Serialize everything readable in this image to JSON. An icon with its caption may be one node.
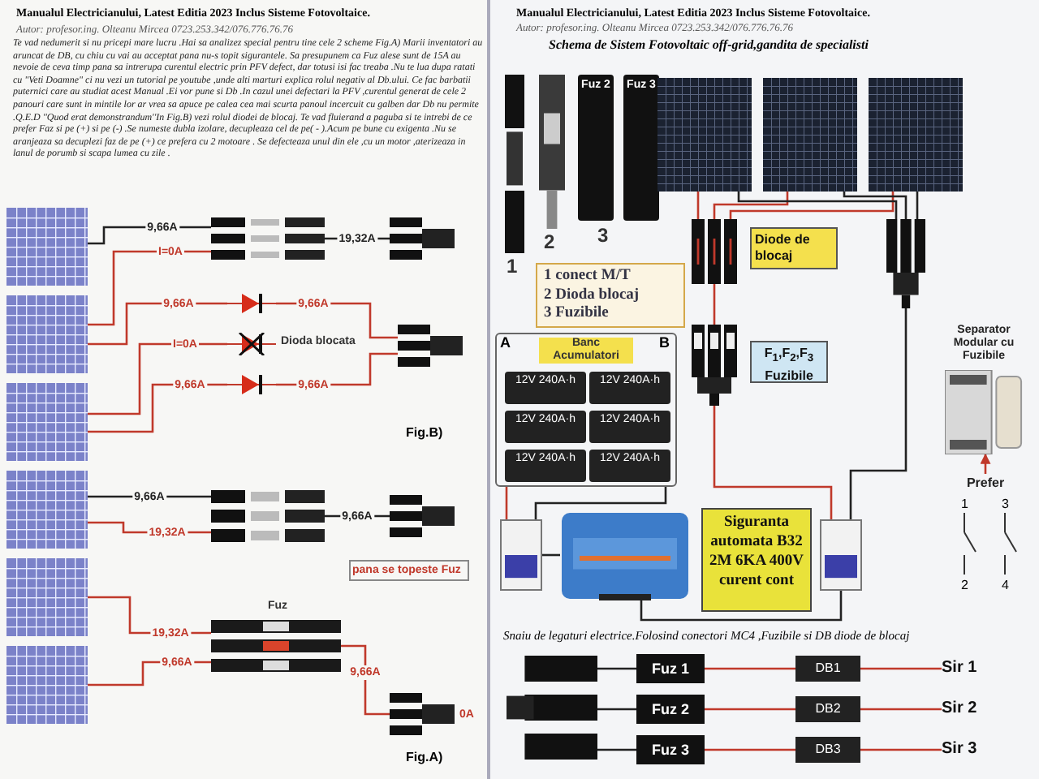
{
  "diagram": {
    "nodes": [
      {
        "text": [],
        "shape": "picture"
      },
      {
        "text": [],
        "shape": "picture"
      },
      {
        "text": [],
        "shape": "picture"
      },
      {
        "text": [],
        "shape": "picture"
      },
      {
        "text": [],
        "shape": "picture"
      },
      {
        "text": [],
        "shape": "picture"
      },
      {
        "text": [],
        "shape": "picture"
      },
      {
        "text": [],
        "shape": "picture"
      },
      {
        "text": [],
        "shape": "picture"
      },
      {
        "text": [],
        "shape": "picture",
        "beside": [
          "Dioda blocata"
        ]
      },
      {
        "text": [],
        "shape": "picture"
      },
      {
        "text": [],
        "shape": "picture"
      },
      {
        "text": [],
        "shape": "picture"
      },
      {
        "text": [],
        "shape": "picture"
      },
      {
        "text": [],
        "shape": "picture",
        "beside": [
          "Fuz"
        ]
      },
      {
        "text": [],
        "shape": "picture"
      },
      {
        "text": [],
        "shape": "picture",
        "beside": [
          "1"
        ]
      },
      {
        "text": [],
        "shape": "picture",
        "beside": [
          "2"
        ]
      },
      {
        "text": [
          "Fuz 2"
        ]
      },
      {
        "text": [
          "Fuz 3"
        ],
        "beside": [
          "3"
        ]
      },
      {
        "text": [
          "1 conect M/T",
          "2 Dioda blocaj",
          "3 Fuzibile"
        ]
      },
      {
        "text": [],
        "shape": "picture"
      },
      {
        "text": [],
        "shape": "picture"
      },
      {
        "text": [],
        "shape": "picture"
      },
      {
        "text": [],
        "shape": "picture"
      },
      {
        "text": [
          "Diode de blocaj"
        ]
      },
      {
        "text": [],
        "shape": "picture"
      },
      {
        "text": [],
        "shape": "picture"
      },
      {
        "text": [
          "F$_{1}$,F$_{2}$,F$_{3}$ Fuzibile"
        ]
      },
      {
        "text": [
          "Banc Acumulatori"
        ]
      },
      {
        "text": [
          "12V 240A·h"
        ],
        "in": 29
      },
      {
        "text": [
          "12V 240A·h"
        ],
        "in": 29
      },
      {
        "text": [
          "12V 240A·h"
        ],
        "in": 29
      },
      {
        "text": [
          "12V 240A·h"
        ],
        "in": 29
      },
      {
        "text": [
          "12V 240A·h"
        ],
        "in": 29
      },
      {
        "text": [
          "12V 240A·h"
        ],
        "in": 29
      },
      {
        "text": [
          "Separator Modular cu Fuzibile"
        ]
      },
      {
        "text": [],
        "shape": "picture"
      },
      {
        "text": [],
        "shape": "picture"
      },
      {
        "text": [
          "Siguranta automata B32 2M 6KA 400V curent cont"
        ]
      },
      {
        "text": [],
        "shape": "picture"
      },
      {
        "text": [
          "Prefer"
        ]
      },
      {
        "text": [],
        "shape": "picture"
      },
      {
        "text": [
          "Fuz 1"
        ]
      },
      {
        "text": [
          "Fuz 2"
        ]
      },
      {
        "text": [
          "Fuz 3"
        ]
      },
      {
        "text": [
          "DB1"
        ]
      },
      {
        "text": [
          "DB2"
        ]
      },
      {
        "text": [
          "DB3"
        ]
      },
      {
        "text": [
          "Sir 1"
        ]
      },
      {
        "text": [
          "Sir 2"
        ]
      },
      {
        "text": [
          "Sir 3"
        ]
      }
    ],
    "edges": [
      {
        "from": 0,
        "to": 6,
        "arrow": "none",
        "label": "9,66A",
        "color": "#222222"
      },
      {
        "from": 1,
        "to": 6,
        "arrow": "none",
        "label": "I=0A"
      },
      {
        "from": 6,
        "to": 7,
        "arrow": "none",
        "label": "19,32A",
        "color": "#222222"
      },
      {
        "from": 1,
        "to": 8,
        "arrow": "none",
        "label": "9,66A"
      },
      {
        "from": 2,
        "to": 9,
        "arrow": "none",
        "label": "I=0A"
      },
      {
        "from": 2,
        "to": 10,
        "arrow": "none",
        "label": "9,66A"
      },
      {
        "from": 8,
        "to": 11,
        "arrow": "none",
        "label": "9,66A"
      },
      {
        "from": 10,
        "to": 11,
        "arrow": "none",
        "label": "9,66A"
      },
      {
        "from": 3,
        "to": 12,
        "arrow": "none",
        "label": "9,66A",
        "color": "#222222"
      },
      {
        "from": 3,
        "to": 12,
        "arrow": "none",
        "label": "19,32A"
      },
      {
        "from": 12,
        "to": 13,
        "arrow": "none",
        "label": "9,66A",
        "color": "#222222"
      },
      {
        "from": 4,
        "to": 14,
        "arrow": "none",
        "label": "19,32A"
      },
      {
        "from": 5,
        "to": 14,
        "arrow": "none",
        "label": "9,66A"
      },
      {
        "from": 14,
        "to": 15,
        "arrow": "none",
        "label": "9,66A"
      },
      {
        "from": 21,
        "to": 24,
        "arrow": "none"
      },
      {
        "from": 22,
        "to": 24,
        "arrow": "none"
      },
      {
        "from": 23,
        "to": 24,
        "arrow": "none"
      },
      {
        "from": 21,
        "to": 26,
        "arrow": "none",
        "color": "#222222"
      },
      {
        "from": 22,
        "to": 26,
        "arrow": "none",
        "color": "#222222"
      },
      {
        "from": 23,
        "to": 26,
        "arrow": "none",
        "color": "#222222"
      },
      {
        "from": 24,
        "to": 27,
        "arrow": "none"
      },
      {
        "from": 27,
        "to": 40,
        "arrow": "none"
      },
      {
        "from": 26,
        "to": 40,
        "arrow": "none",
        "color": "#222222"
      },
      {
        "from": 40,
        "to": 38,
        "arrow": "none",
        "color": "#222222"
      },
      {
        "from": 29,
        "to": 37,
        "arrow": "none"
      },
      {
        "from": 29,
        "to": 37,
        "arrow": "none",
        "color": "#222222"
      },
      {
        "from": 37,
        "to": 38,
        "arrow": "none",
        "color": "#222222"
      },
      {
        "from": 41,
        "to": 36,
        "arrow": "to"
      },
      {
        "from": 42,
        "to": 43,
        "arrow": "none",
        "color": "#222222"
      },
      {
        "from": 42,
        "to": 44,
        "arrow": "none",
        "color": "#222222"
      },
      {
        "from": 42,
        "to": 45,
        "arrow": "none",
        "color": "#222222"
      },
      {
        "from": 43,
        "to": 46,
        "arrow": "none"
      },
      {
        "from": 44,
        "to": 47,
        "arrow": "none"
      },
      {
        "from": 45,
        "to": 48,
        "arrow": "none"
      },
      {
        "from": 46,
        "to": 49,
        "arrow": "none"
      },
      {
        "from": 47,
        "to": 50,
        "arrow": "none"
      },
      {
        "from": 48,
        "to": 51,
        "arrow": "none"
      }
    ],
    "labels": [
      "Manualul Electricianului, Latest Editia 2023 Inclus Sisteme Fotovoltaice.",
      "Autor: profesor.ing. Olteanu Mircea 0723.253.342/076.776.76.76",
      "Te vad nedumerit si nu pricepi mare lucru .Hai sa analizez special pentru tine cele 2 scheme Fig.A) Marii inventatori au aruncat de DB, cu chiu cu vai au acceptat pana nu-s topit sigurantele. Sa presupunem ca Fuz alese sunt de 15A au nevoie de ceva timp pana sa intrerupa curentul electric prin PFV defect, dar totusi isi fac treaba .Nu te lua dupa ratati cu \"Veti Doamne\" ci nu vezi un tutorial pe youtube ,unde alti marturi explica rolul negativ al Db.ului. Ce fac barbatii puternici care au studiat acest Manual .Ei vor pune si Db .In cazul unei defectari la PFV ,curentul generat de cele 2 panouri care sunt in mintile lor ar vrea sa apuce pe calea cea mai scurta panoul incercuit cu galben dar Db nu permite .Q.E.D ''Quod erat demonstrandum''In Fig.B) vezi rolul diodei de blocaj. Te vad fluierand a paguba si te intrebi de ce prefer Faz si pe (+) si pe (-) .Se numeste dubla izolare, decupleaza cel de pe( - ).Acum pe bune cu exigenta .Nu se aranjeaza sa decuplezi faz de pe (+) ce prefera cu 2 motoare . Se defecteaza unul din ele ,cu un motor ,aterizeaza in lanul de porumb si scapa lumea cu zile .",
      "Fig.B)",
      "0A",
      "pana se topeste Fuz",
      "Fig.A)",
      "Manualul Electricianului, Latest Editia 2023 Inclus Sisteme Fotovoltaice.",
      "Autor: profesor.ing. Olteanu Mircea 0723.253.342/076.776.76.76",
      "Schema de Sistem Fotovoltaic off-grid,gandita de specialisti",
      "A",
      "B",
      "1",
      "3",
      "2",
      "4",
      "Snaiu de legaturi electrice.Folosind conectori MC4 ,Fuzibile si DB diode de blocaj"
    ]
  }
}
